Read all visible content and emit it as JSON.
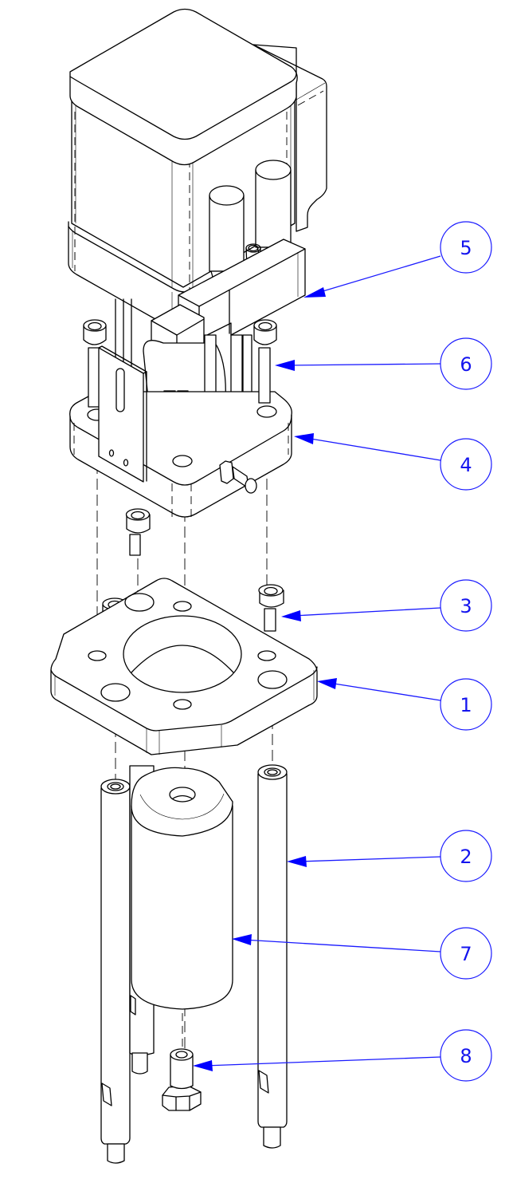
{
  "drawing": {
    "title": "Exploded assembly view",
    "style": "isometric line art",
    "line_color": "#000000",
    "callout_color": "#0000ff"
  },
  "balloons": [
    {
      "number": "5",
      "part": "valve block with fittings"
    },
    {
      "number": "6",
      "part": "socket head cap screw (long)"
    },
    {
      "number": "4",
      "part": "motor mounting block"
    },
    {
      "number": "3",
      "part": "socket head cap screw (short)"
    },
    {
      "number": "1",
      "part": "base plate"
    },
    {
      "number": "2",
      "part": "standoff rod"
    },
    {
      "number": "7",
      "part": "cylindrical housing"
    },
    {
      "number": "8",
      "part": "hex fitting"
    }
  ]
}
